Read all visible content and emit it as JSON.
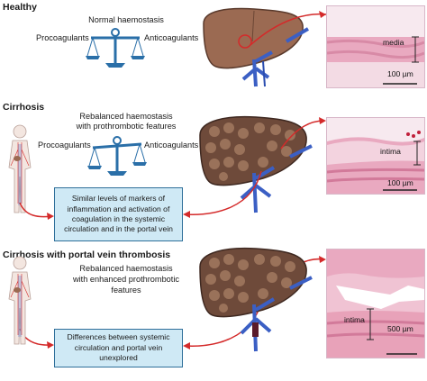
{
  "sections": [
    {
      "title": "Healthy",
      "balance_heading": "Normal haemostasis",
      "left_label": "Procoagulants",
      "right_label": "Anticoagulants",
      "histology_label": "media",
      "scale": "100 µm"
    },
    {
      "title": "Cirrhosis",
      "balance_heading_line1": "Rebalanced haemostasis",
      "balance_heading_line2": "with prothrombotic features",
      "left_label": "Procoagulants",
      "right_label": "Anticoagulants",
      "box_line1": "Similar levels of markers of",
      "box_line2": "inflammation and activation of",
      "box_line3": "coagulation in the systemic",
      "box_line4": "circulation and in the portal vein",
      "histology_label": "intima",
      "scale": "100 µm"
    },
    {
      "title": "Cirrhosis with portal vein thrombosis",
      "heading_line1": "Rebalanced haemostasis",
      "heading_line2": "with enhanced prothrombotic",
      "heading_line3": "features",
      "box_line1": "Differences between systemic",
      "box_line2": "circulation and portal vein",
      "box_line3": "unexplored",
      "histology_label": "intima",
      "scale": "500 µm"
    }
  ],
  "colors": {
    "balance": "#2a6fa8",
    "arrow": "#d42a2a",
    "liver_healthy": "#9b6a52",
    "liver_cirrhotic": "#6e4a3a",
    "vein": "#3b5fc4",
    "box_fill": "#cfe9f5",
    "histology_pink": "#e9a9c0"
  }
}
